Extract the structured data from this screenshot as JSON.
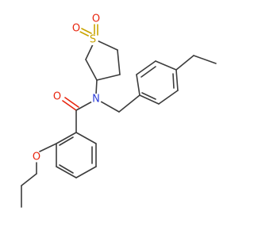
{
  "molecule": {
    "colors": {
      "carbon_bond": "#3c3c3c",
      "oxygen": "#e8260f",
      "sulfur": "#c9a400",
      "nitrogen": "#2f3fd8",
      "background": "#ffffff"
    },
    "atoms": {
      "sulfonyl_o1": "O",
      "sulfonyl_o2": "O",
      "sulfur": "S",
      "nitrogen": "N",
      "carbonyl_o": "O",
      "ether_o": "O"
    }
  }
}
